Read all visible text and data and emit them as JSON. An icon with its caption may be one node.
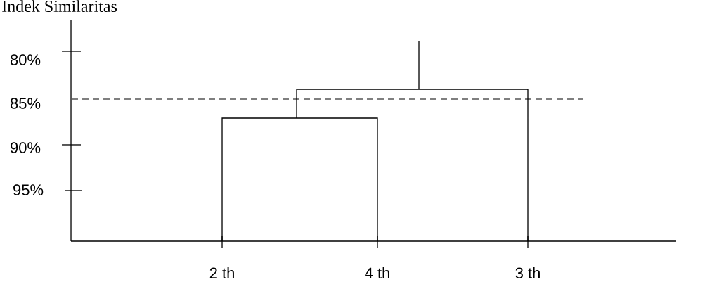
{
  "diagram": {
    "title": "Indek Similaritas",
    "labels": [
      "80%",
      "85%",
      "90%",
      "95%",
      "2 th",
      "4 th",
      "3 th"
    ]
  }
}
